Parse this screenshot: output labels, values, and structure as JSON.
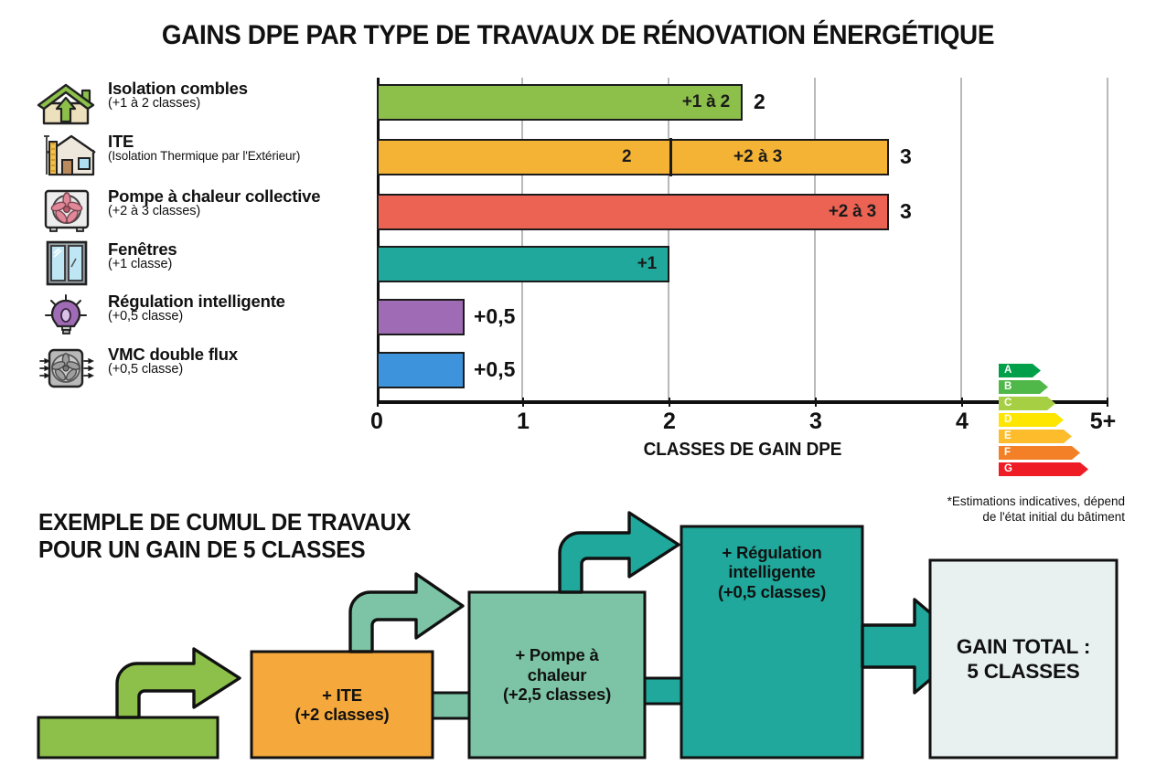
{
  "title": "GAINS DPE PAR TYPE DE TRAVAUX DE RÉNOVATION ÉNERGÉTIQUE",
  "chart_data": {
    "type": "bar",
    "orientation": "horizontal",
    "title": "GAINS DPE PAR TYPE DE TRAVAUX DE RÉNOVATION ÉNERGÉTIQUE",
    "xlabel": "CLASSES DE GAIN DPE",
    "ylabel": "",
    "xlim": [
      0,
      5
    ],
    "xticks": [
      "0",
      "1",
      "2",
      "3",
      "4",
      "5+"
    ],
    "grid": true,
    "legend": "none",
    "categories": [
      "Isolation combles",
      "ITE",
      "Pompe à chaleur collective",
      "Fenêtres",
      "Régulation intelligente",
      "VMC double flux"
    ],
    "values": [
      2.5,
      3.5,
      3.5,
      2.0,
      0.6,
      0.6
    ],
    "bars": [
      {
        "name": "Isolation combles",
        "sub": "(+1 à 2 classes)",
        "icon": "house-attic-insulation-icon",
        "value": 2.5,
        "color": "#8CC04A",
        "inner_label": "+1 à 2",
        "end_label": "2",
        "segments": []
      },
      {
        "name": "ITE",
        "sub": "(Isolation Thermique par l'Extérieur)",
        "icon": "house-wall-insulation-icon",
        "value": 3.5,
        "color": "#F5B335",
        "inner_label": "+2 à 3",
        "end_label": "3",
        "segments": [
          {
            "upto": 2.0,
            "label": "2"
          },
          {
            "upto": 3.5,
            "label": "+2 à 3"
          }
        ]
      },
      {
        "name": "Pompe à chaleur collective",
        "sub": "(+2 à 3 classes)",
        "icon": "heat-pump-icon",
        "value": 3.5,
        "color": "#EC6253",
        "inner_label": "+2 à 3",
        "end_label": "3",
        "segments": []
      },
      {
        "name": "Fenêtres",
        "sub": "(+1 classe)",
        "icon": "window-icon",
        "value": 2.0,
        "color": "#1FA89B",
        "inner_label": "+1",
        "end_label": "",
        "segments": []
      },
      {
        "name": "Régulation intelligente",
        "sub": "(+0,5 classe)",
        "icon": "smart-bulb-icon",
        "value": 0.6,
        "color": "#A06BB5",
        "inner_label": "",
        "outside_label": "+0,5",
        "end_label": "",
        "segments": []
      },
      {
        "name": "VMC double flux",
        "sub": "(+0,5 classe)",
        "icon": "vmc-fan-icon",
        "value": 0.6,
        "color": "#3D94DC",
        "inner_label": "",
        "outside_label": "+0,5",
        "end_label": "",
        "segments": []
      }
    ]
  },
  "dpe_badge": {
    "name": "dpe-energy-label",
    "classes": [
      {
        "letter": "A",
        "color1": "#00A04A",
        "color2": "#008A3E",
        "width": 46
      },
      {
        "letter": "B",
        "color1": "#4FB848",
        "color2": "#2FA33C",
        "width": 54
      },
      {
        "letter": "C",
        "color1": "#A7CF44",
        "color2": "#8CC23E",
        "width": 62
      },
      {
        "letter": "D",
        "color1": "#FFE600",
        "color2": "#FFD400",
        "width": 71
      },
      {
        "letter": "E",
        "color1": "#FDBC2C",
        "color2": "#F7A41B",
        "width": 80
      },
      {
        "letter": "F",
        "color1": "#F38026",
        "color2": "#EE6A14",
        "width": 89
      },
      {
        "letter": "G",
        "color1": "#EE1C24",
        "color2": "#E00812",
        "width": 98
      }
    ]
  },
  "section2": {
    "title": "EXEMPLE DE CUMUL DE TRAVAUX\nPOUR UN GAIN DE 5 CLASSES",
    "footnote": "*Estimations indicatives, dépend\nde l'état initial du bâtiment",
    "steps": [
      {
        "name": "isolation-combles-block",
        "label": "",
        "color": "#8CC04A"
      },
      {
        "name": "ite-block",
        "label": "+ ITE\n(+2 classes)",
        "color": "#F5A83C"
      },
      {
        "name": "pompe-chaleur-block",
        "label": "+ Pompe à\nchaleur\n(+2,5 classes)",
        "color": "#7CC4A5"
      },
      {
        "name": "regulation-block",
        "label": "+ Régulation\nintelligente\n(+0,5 classes)",
        "color": "#1FA89B"
      },
      {
        "name": "gain-total-block",
        "label": "GAIN TOTAL :\n5 CLASSES",
        "color": "#E8F0F0"
      }
    ]
  }
}
